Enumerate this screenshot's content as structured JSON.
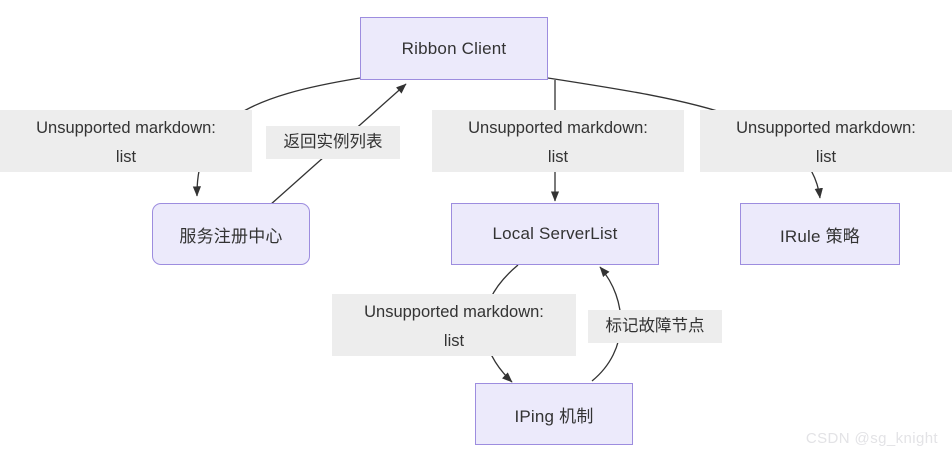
{
  "diagram": {
    "title": "Ribbon Client architecture flow",
    "colors": {
      "node_fill": "#ECEAFB",
      "node_border": "#9D8DDF",
      "node_text": "#333333",
      "label_bg": "#EDEDED",
      "label_text": "#333333",
      "edge_stroke": "#333333",
      "canvas_bg": "#FFFFFF",
      "watermark_text": "#E3E3E6"
    },
    "nodes": [
      {
        "id": "ribbon-client",
        "label": "Ribbon Client",
        "shape": "rect"
      },
      {
        "id": "service-registry",
        "label": "服务注册中心",
        "shape": "rounded-rect"
      },
      {
        "id": "local-serverlist",
        "label": "Local ServerList",
        "shape": "rect"
      },
      {
        "id": "irule-strategy",
        "label": "IRule 策略",
        "shape": "rect"
      },
      {
        "id": "iping-mechanism",
        "label": "IPing 机制",
        "shape": "rect"
      }
    ],
    "edges": [
      {
        "id": "edge-registry-pull",
        "from": "ribbon-client",
        "to": "service-registry",
        "label": "Unsupported markdown:\nlist"
      },
      {
        "id": "edge-registry-return",
        "from": "service-registry",
        "to": "ribbon-client",
        "label": "返回实例列表"
      },
      {
        "id": "edge-serverlist",
        "from": "ribbon-client",
        "to": "local-serverlist",
        "label": "Unsupported markdown:\nlist"
      },
      {
        "id": "edge-irule",
        "from": "ribbon-client",
        "to": "irule-strategy",
        "label": "Unsupported markdown:\nlist"
      },
      {
        "id": "edge-iping-check",
        "from": "local-serverlist",
        "to": "iping-mechanism",
        "label": "Unsupported markdown:\nlist"
      },
      {
        "id": "edge-iping-mark",
        "from": "iping-mechanism",
        "to": "local-serverlist",
        "label": "标记故障节点"
      }
    ],
    "watermark": "CSDN @sg_knight"
  }
}
